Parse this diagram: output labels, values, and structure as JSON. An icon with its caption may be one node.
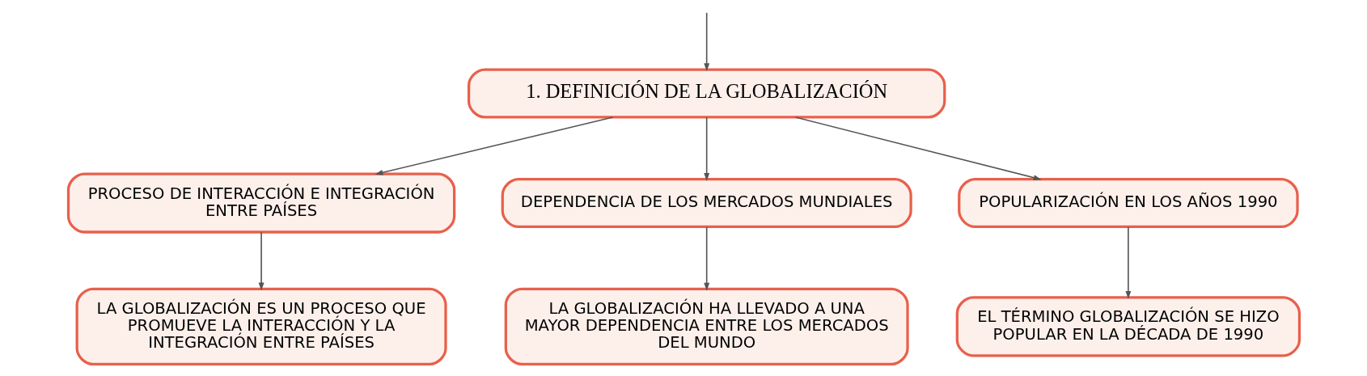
{
  "diagram": {
    "nodes": [
      {
        "text": [
          "1. DEFINICIÓN DE LA GLOBALIZACIÓN"
        ]
      },
      {
        "text": [
          "PROCESO DE INTERACCIÓN E INTEGRACIÓN ENTRE PAÍSES"
        ]
      },
      {
        "text": [
          "DEPENDENCIA DE LOS MERCADOS MUNDIALES"
        ]
      },
      {
        "text": [
          "POPULARIZACIÓN EN LOS AÑOS 1990"
        ]
      },
      {
        "text": [
          "LA GLOBALIZACIÓN ES UN PROCESO QUE PROMUEVE LA INTERACCIÓN Y LA INTEGRACIÓN ENTRE PAÍSES"
        ]
      },
      {
        "text": [
          "LA GLOBALIZACIÓN HA LLEVADO A UNA MAYOR DEPENDENCIA ENTRE LOS MERCADOS DEL MUNDO"
        ]
      },
      {
        "text": [
          "EL TÉRMINO GLOBALIZACIÓN SE HIZO POPULAR EN LA DÉCADA DE 1990"
        ]
      }
    ],
    "edges": [
      {
        "from": null,
        "to": 0,
        "arrow": "to"
      },
      {
        "from": 0,
        "to": 1,
        "arrow": "to"
      },
      {
        "from": 0,
        "to": 2,
        "arrow": "to"
      },
      {
        "from": 0,
        "to": 3,
        "arrow": "to"
      },
      {
        "from": 1,
        "to": 4,
        "arrow": "to"
      },
      {
        "from": 2,
        "to": 5,
        "arrow": "to"
      },
      {
        "from": 3,
        "to": 6,
        "arrow": "to"
      }
    ]
  }
}
